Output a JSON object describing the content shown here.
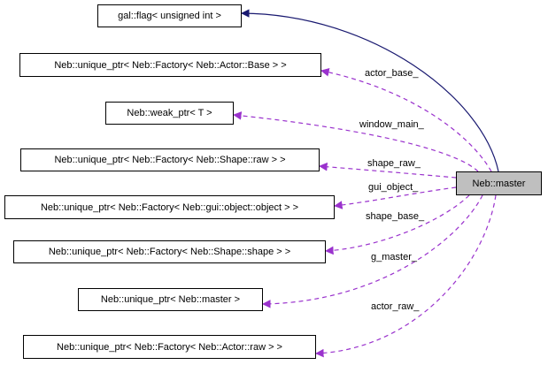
{
  "colors": {
    "inheritance_edge": "#191970",
    "member_edge": "#9a32cd",
    "focus_fill": "#bfbfbf",
    "node_border": "#000000"
  },
  "focus_node": {
    "label": "Neb::master"
  },
  "nodes": [
    {
      "id": "flag",
      "label": "gal::flag< unsigned int >"
    },
    {
      "id": "actor_base",
      "label": "Neb::unique_ptr< Neb::Factory< Neb::Actor::Base > >"
    },
    {
      "id": "weak_ptr",
      "label": "Neb::weak_ptr< T >"
    },
    {
      "id": "shape_raw",
      "label": "Neb::unique_ptr< Neb::Factory< Neb::Shape::raw > >"
    },
    {
      "id": "gui_object",
      "label": "Neb::unique_ptr< Neb::Factory< Neb::gui::object::object > >"
    },
    {
      "id": "shape_shape",
      "label": "Neb::unique_ptr< Neb::Factory< Neb::Shape::shape > >"
    },
    {
      "id": "master_ptr",
      "label": "Neb::unique_ptr< Neb::master >"
    },
    {
      "id": "actor_raw",
      "label": "Neb::unique_ptr< Neb::Factory< Neb::Actor::raw > >"
    }
  ],
  "edges": [
    {
      "from": "focus",
      "to": "flag",
      "kind": "inheritance",
      "label": ""
    },
    {
      "from": "focus",
      "to": "actor_base",
      "kind": "member",
      "label": "actor_base_"
    },
    {
      "from": "focus",
      "to": "weak_ptr",
      "kind": "member",
      "label": "window_main_"
    },
    {
      "from": "focus",
      "to": "shape_raw",
      "kind": "member",
      "label": "shape_raw_"
    },
    {
      "from": "focus",
      "to": "gui_object",
      "kind": "member",
      "label": "gui_object_"
    },
    {
      "from": "focus",
      "to": "shape_shape",
      "kind": "member",
      "label": "shape_base_"
    },
    {
      "from": "focus",
      "to": "master_ptr",
      "kind": "member",
      "label": "g_master_"
    },
    {
      "from": "focus",
      "to": "actor_raw",
      "kind": "member",
      "label": "actor_raw_"
    }
  ]
}
